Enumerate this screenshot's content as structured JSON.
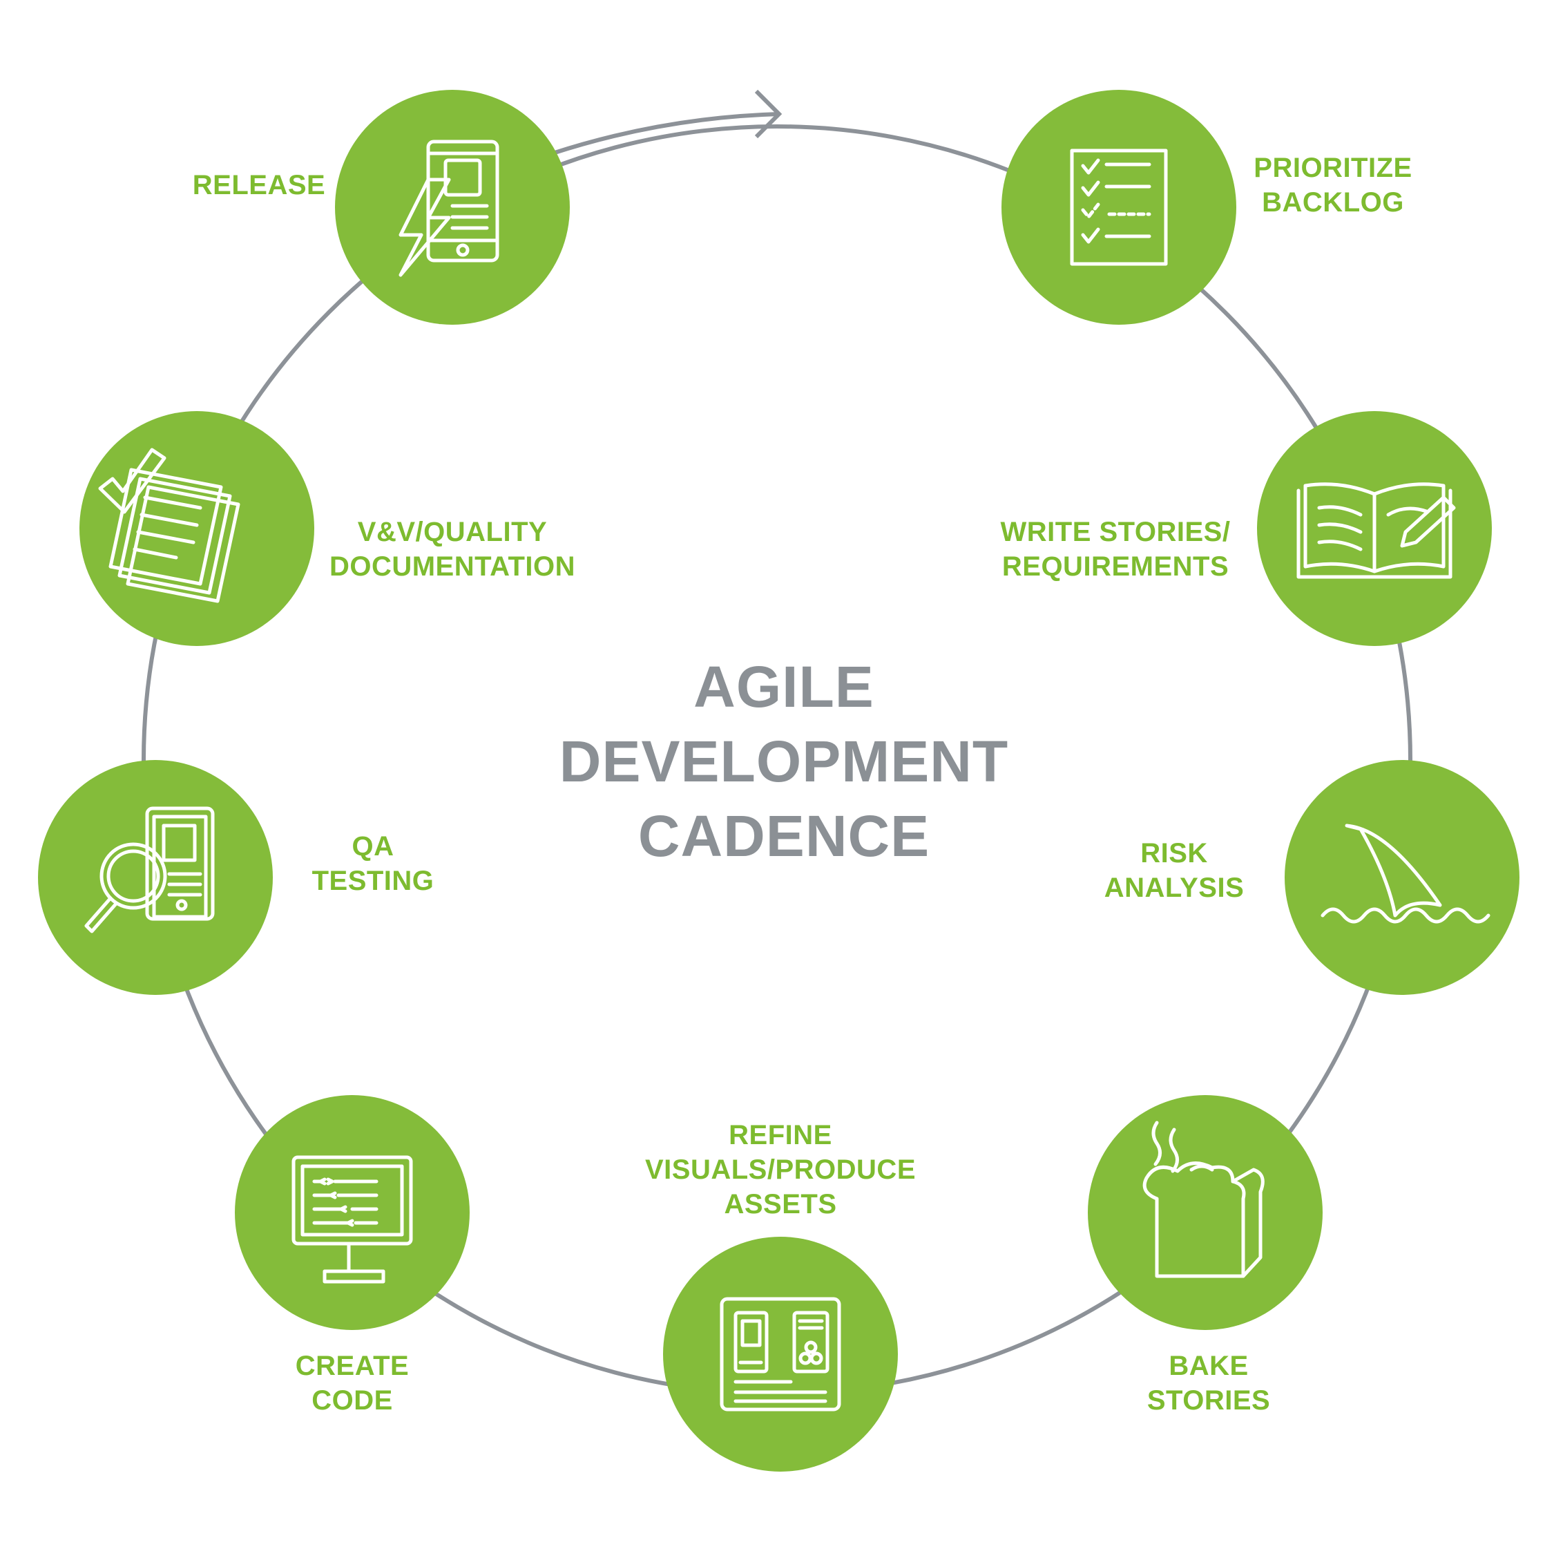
{
  "title": {
    "lines": [
      "AGILE",
      "DEVELOPMENT",
      "CADENCE"
    ]
  },
  "colors": {
    "accent": "#84bc3a",
    "label": "#7dbb2f",
    "ring": "#8d9298",
    "icon": "#ffffff"
  },
  "steps": [
    {
      "lines": [
        "PRIORITIZE",
        "BACKLOG"
      ],
      "icon": "checklist-icon"
    },
    {
      "lines": [
        "WRITE STORIES/",
        "REQUIREMENTS"
      ],
      "icon": "book-pencil-icon"
    },
    {
      "lines": [
        "RISK",
        "ANALYSIS"
      ],
      "icon": "shark-fin-icon"
    },
    {
      "lines": [
        "BAKE",
        "STORIES"
      ],
      "icon": "bread-loaf-icon"
    },
    {
      "lines": [
        "REFINE",
        "VISUALS/PRODUCE",
        "ASSETS"
      ],
      "icon": "design-board-icon"
    },
    {
      "lines": [
        "CREATE",
        "CODE"
      ],
      "icon": "monitor-code-icon"
    },
    {
      "lines": [
        "QA",
        "TESTING"
      ],
      "icon": "magnifier-phone-icon"
    },
    {
      "lines": [
        "V&V/QUALITY",
        "DOCUMENTATION"
      ],
      "icon": "documents-check-icon"
    },
    {
      "lines": [
        "RELEASE"
      ],
      "icon": "phone-lightning-icon"
    }
  ]
}
